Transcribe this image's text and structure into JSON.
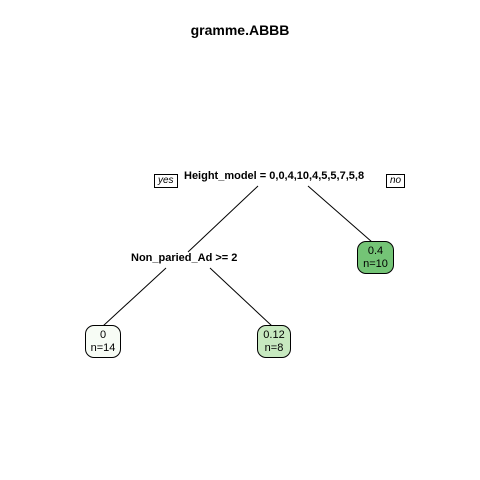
{
  "title": "gramme.ABBB",
  "tree": {
    "root": {
      "split": "Height_model = 0,0,4,10,4,5,5,7,5,8",
      "yes_label": "yes",
      "no_label": "no"
    },
    "node_left": {
      "split": "Non_paried_Ad >= 2"
    },
    "leaves": [
      {
        "value": "0",
        "n": "n=14",
        "fill": "#f7fcf5"
      },
      {
        "value": "0.12",
        "n": "n=8",
        "fill": "#c7e9c0"
      },
      {
        "value": "0.4",
        "n": "n=10",
        "fill": "#74c476"
      }
    ]
  }
}
